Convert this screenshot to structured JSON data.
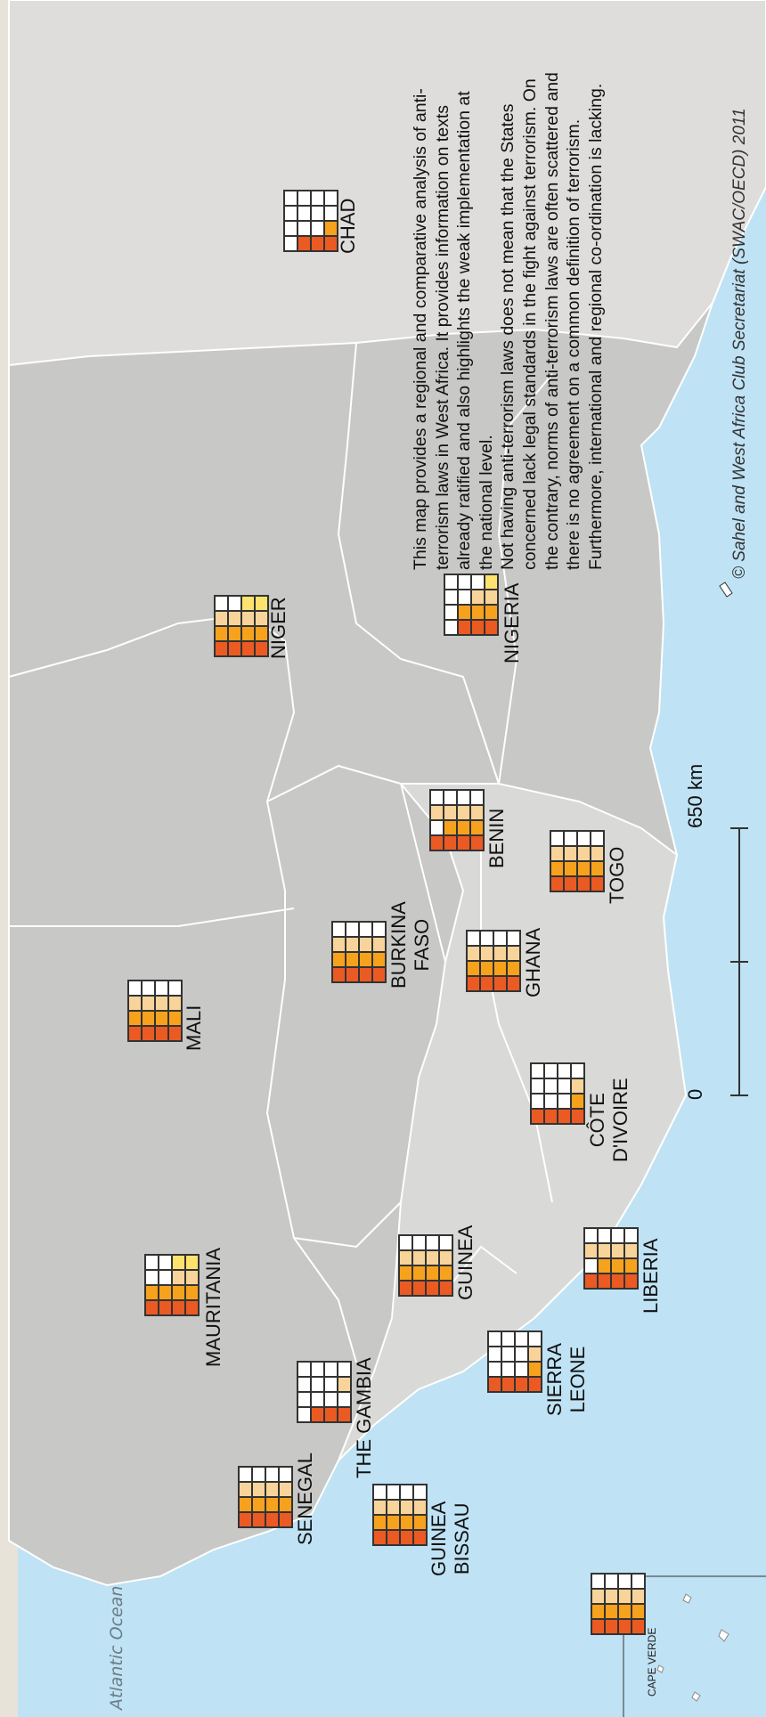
{
  "ocean_label": "Atlantic Ocean",
  "description": {
    "p1": "This map provides a regional and comparative analysis of anti-terrorism laws in West Africa. It provides information on texts already ratified and also highlights the weak implementation at the national level.",
    "p2": "Not having anti-terrorism laws does not mean that the States concerned lack legal standards in the fight against terrorism. On the contrary, norms of anti-terrorism laws are often scattered and there is no agreement on a common definition of terrorism. Furthermore, international and regional co-ordination is lacking."
  },
  "credit": "© Sahel and West Africa Club Secretariat (SWAC/OECD) 2011",
  "scale": {
    "min_label": "0",
    "max_label": "650 km"
  },
  "colors": {
    "ocean": "#bfe2f4",
    "land_studied": "#c8c8c6",
    "land_coastal": "#d9d9d7",
    "land_other": "#dedddb",
    "row_top": "#fde36e",
    "row_2": "#f8d49a",
    "row_3": "#f7a21d",
    "row_bottom": "#eb5a23",
    "empty": "#ffffff"
  },
  "countries": [
    {
      "id": "chad",
      "name": "CHAD",
      "filled": [
        0,
        0,
        1,
        3
      ]
    },
    {
      "id": "niger",
      "name": "NIGER",
      "filled": [
        2,
        4,
        4,
        4
      ]
    },
    {
      "id": "nigeria",
      "name": "NIGERIA",
      "filled": [
        1,
        2,
        3,
        3
      ]
    },
    {
      "id": "mali",
      "name": "MALI",
      "filled": [
        0,
        4,
        4,
        4
      ]
    },
    {
      "id": "burkina-faso",
      "name": "BURKINA FASO",
      "filled": [
        0,
        4,
        4,
        4
      ]
    },
    {
      "id": "benin",
      "name": "BENIN",
      "filled": [
        0,
        4,
        3,
        4
      ]
    },
    {
      "id": "togo",
      "name": "TOGO",
      "filled": [
        0,
        4,
        4,
        4
      ]
    },
    {
      "id": "ghana",
      "name": "GHANA",
      "filled": [
        0,
        4,
        4,
        4
      ]
    },
    {
      "id": "cote-divoire",
      "name": "CÔTE D'IVOIRE",
      "filled": [
        0,
        1,
        1,
        4
      ]
    },
    {
      "id": "mauritania",
      "name": "MAURITANIA",
      "filled": [
        2,
        2,
        4,
        4
      ]
    },
    {
      "id": "guinea",
      "name": "GUINEA",
      "filled": [
        0,
        4,
        4,
        4
      ]
    },
    {
      "id": "liberia",
      "name": "LIBERIA",
      "filled": [
        0,
        4,
        3,
        4
      ]
    },
    {
      "id": "the-gambia",
      "name": "THE GAMBIA",
      "filled": [
        0,
        1,
        0,
        3
      ]
    },
    {
      "id": "sierra-leone",
      "name": "SIERRA LEONE",
      "filled": [
        0,
        1,
        1,
        4
      ]
    },
    {
      "id": "senegal",
      "name": "SENEGAL",
      "filled": [
        0,
        4,
        4,
        4
      ]
    },
    {
      "id": "guinea-bissau",
      "name": "GUINEA BISSAU",
      "filled": [
        0,
        4,
        4,
        4
      ]
    },
    {
      "id": "cape-verde",
      "name": "CAPE VERDE",
      "filled": [
        0,
        4,
        4,
        4
      ]
    }
  ]
}
